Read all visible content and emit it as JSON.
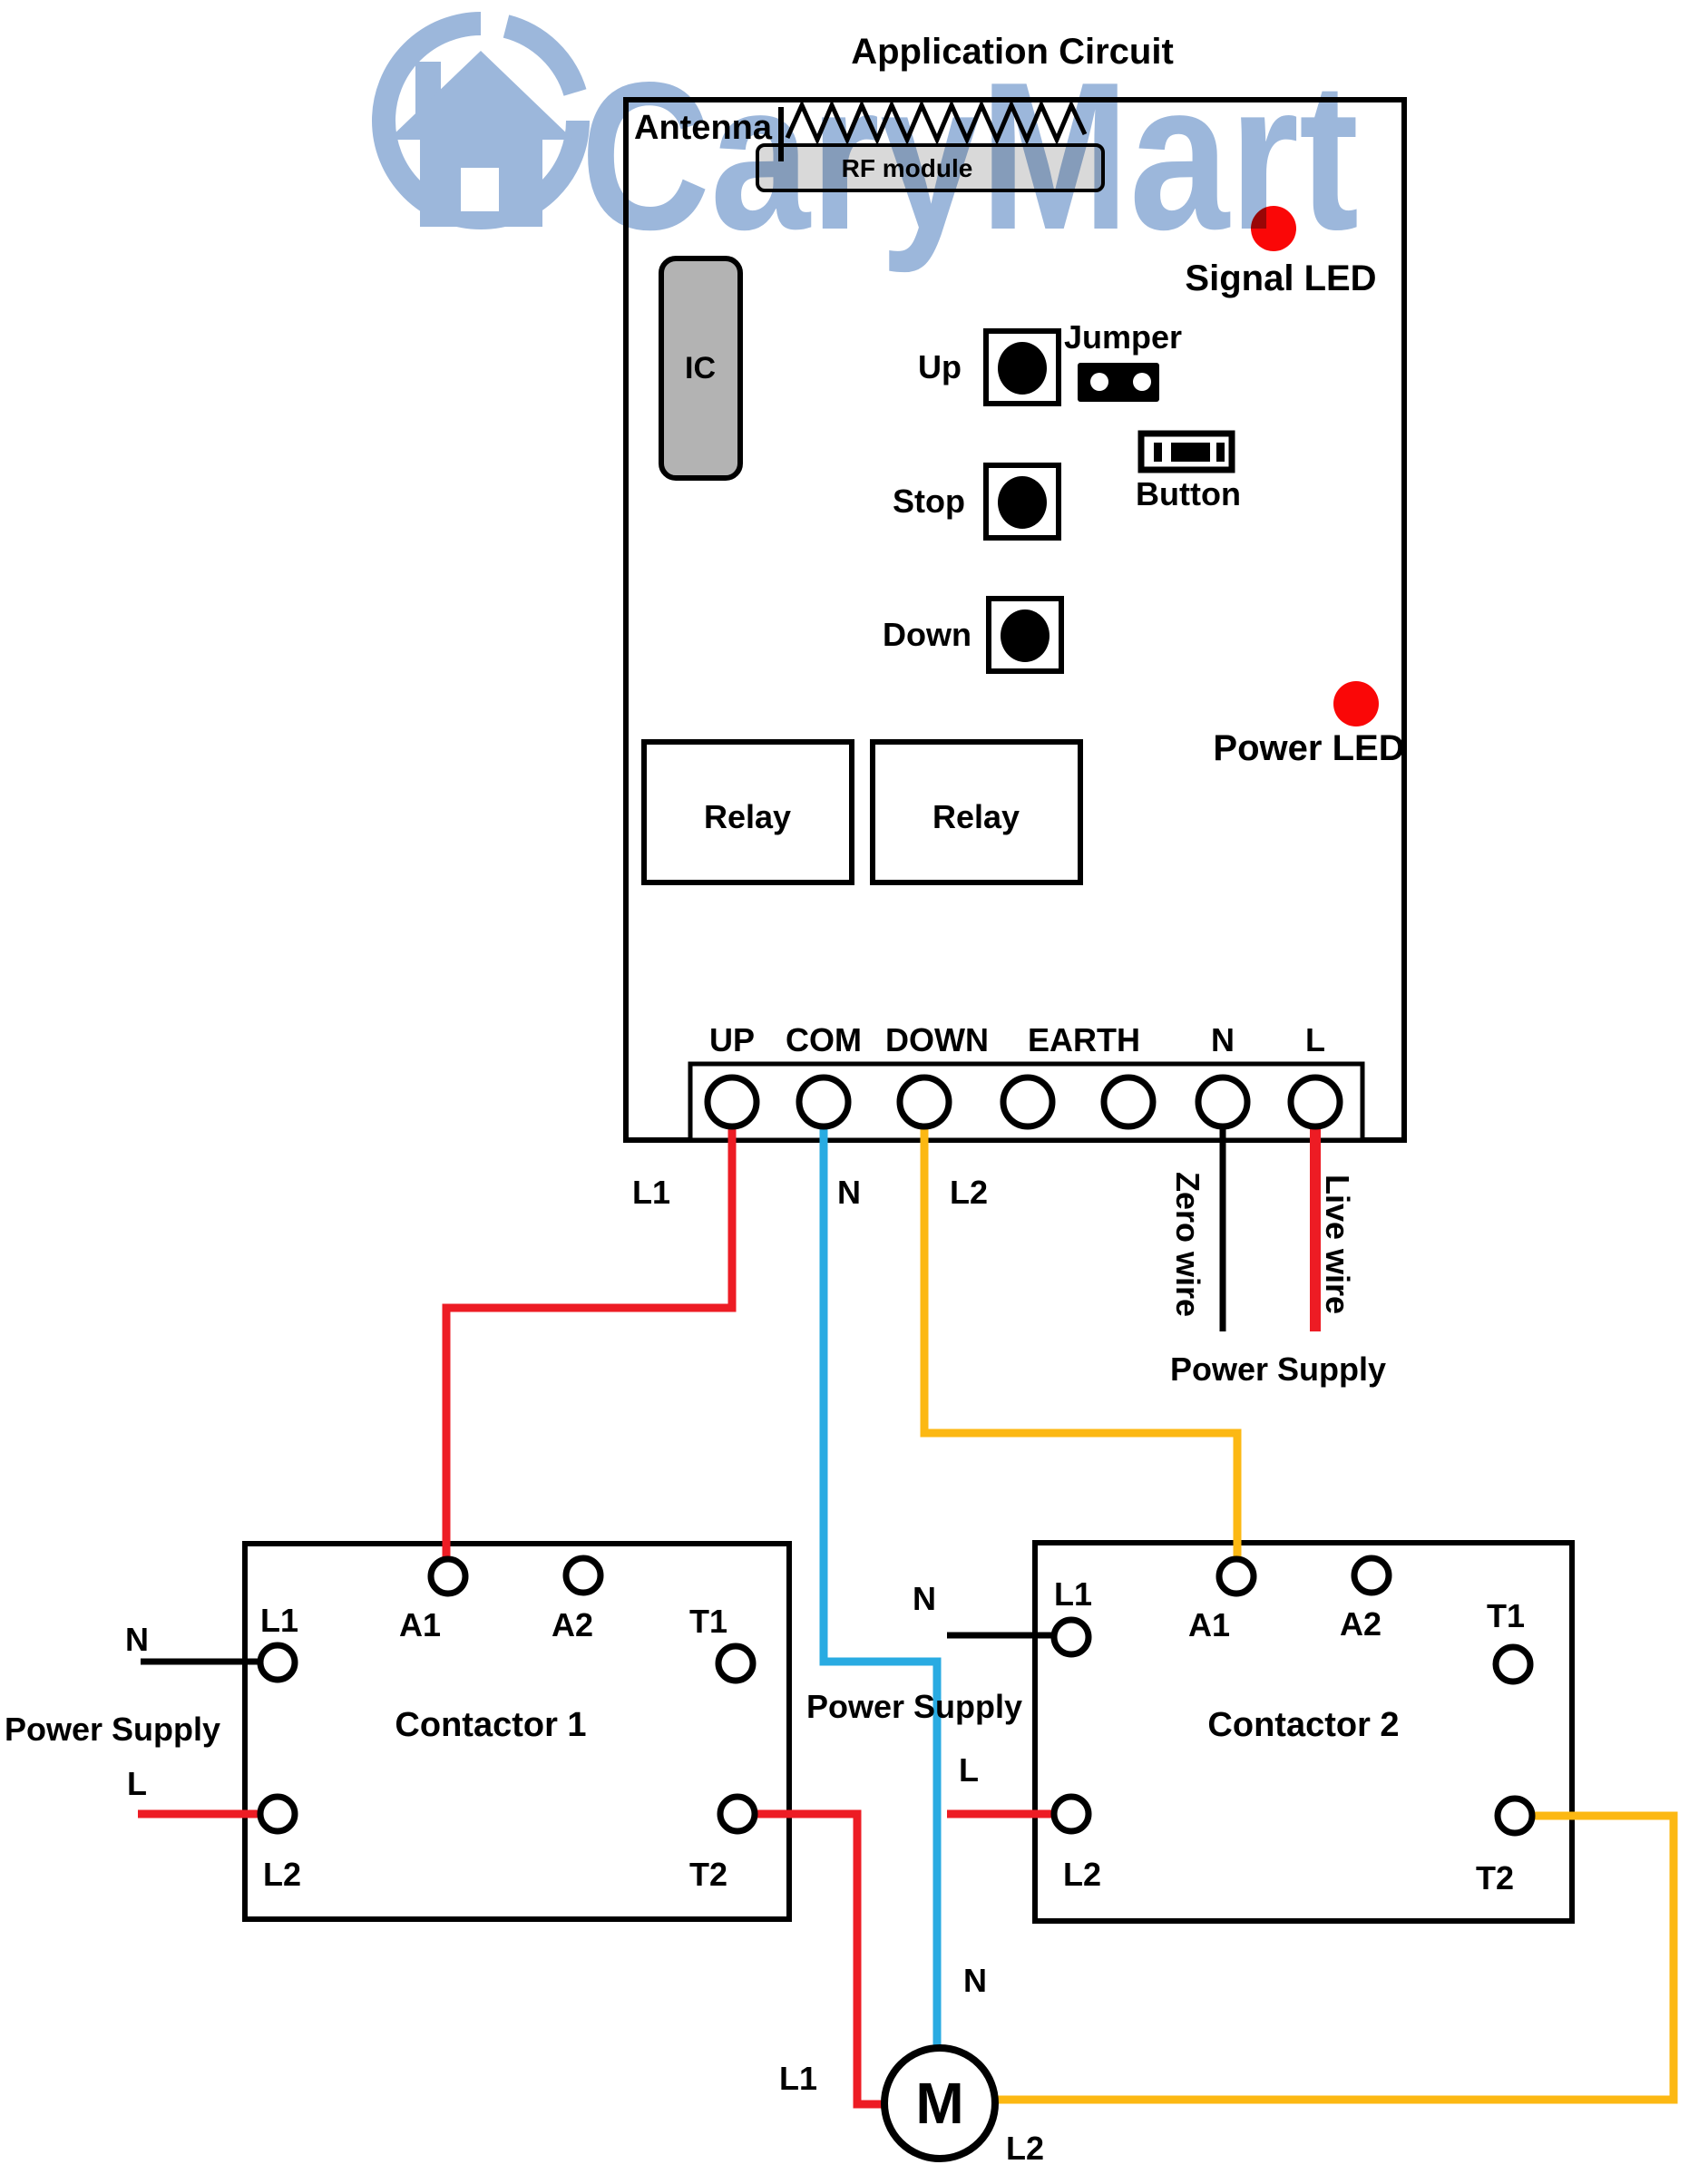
{
  "title": "Application Circuit",
  "watermark": {
    "brand": "CaryMart"
  },
  "board": {
    "antenna_label": "Antenna",
    "rf_module_label": "RF module",
    "ic_label": "IC",
    "signal_led_label": "Signal LED",
    "power_led_label": "Power LED",
    "up_label": "Up",
    "stop_label": "Stop",
    "down_label": "Down",
    "jumper_label": "Jumper",
    "button_label": "Button",
    "relay_left_label": "Relay",
    "relay_right_label": "Relay"
  },
  "terminal_block": {
    "labels": [
      "UP",
      "COM",
      "DOWN",
      "EARTH",
      "N",
      "L"
    ]
  },
  "wiring": {
    "up_wire_label": "L1",
    "com_wire_label": "N",
    "down_wire_label": "L2",
    "zero_wire_label": "Zero wire",
    "live_wire_label": "Live wire",
    "power_supply_label": "Power Supply"
  },
  "contactor1": {
    "name": "Contactor 1",
    "terminals": {
      "a1": "A1",
      "a2": "A2",
      "l1": "L1",
      "t1": "T1",
      "l2": "L2",
      "t2": "T2"
    },
    "supply": {
      "n": "N",
      "l": "L",
      "power_supply": "Power Supply"
    }
  },
  "contactor2": {
    "name": "Contactor 2",
    "terminals": {
      "a1": "A1",
      "a2": "A2",
      "l1": "L1",
      "t1": "T1",
      "l2": "L2",
      "t2": "T2"
    },
    "supply": {
      "n": "N",
      "l": "L",
      "power_supply": "Power Supply"
    }
  },
  "motor": {
    "label": "M",
    "l1_label": "L1",
    "n_label": "N",
    "l2_label": "L2"
  },
  "colors": {
    "wire_red": "#ed1c24",
    "wire_blue": "#29abe2",
    "wire_yellow": "#fcb813",
    "wire_black": "#000000",
    "led_red": "#fa0707",
    "watermark_blue": "#9cb7db",
    "chip_gray": "#b3b3b3",
    "module_gray": "#d9d9d9"
  }
}
